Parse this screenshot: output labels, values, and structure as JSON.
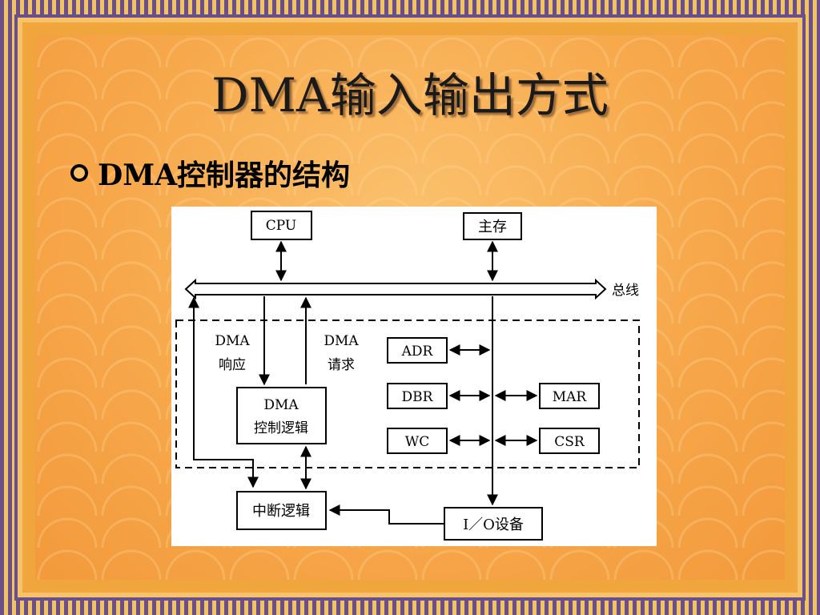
{
  "slide": {
    "title": "DMA输入输出方式",
    "bullet": "DMA控制器的结构"
  },
  "diagram": {
    "cpu": "CPU",
    "memory": "主存",
    "bus": "总线",
    "dma_response_1": "DMA",
    "dma_response_2": "响应",
    "dma_request_1": "DMA",
    "dma_request_2": "请求",
    "adr": "ADR",
    "dbr": "DBR",
    "mar": "MAR",
    "wc": "WC",
    "csr": "CSR",
    "logic_1": "DMA",
    "logic_2": "控制逻辑",
    "interrupt": "中断逻辑",
    "io": "I／O设备"
  }
}
